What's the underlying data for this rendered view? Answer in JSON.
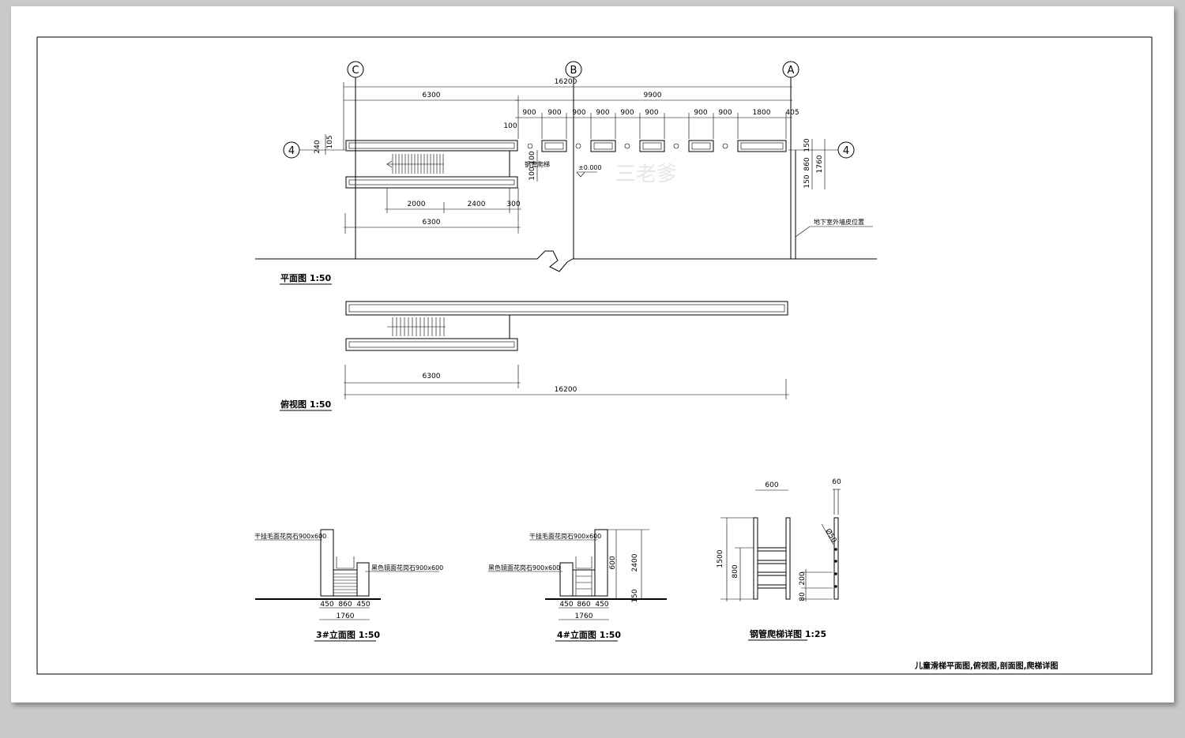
{
  "axes": {
    "c": "C",
    "b": "B",
    "a": "A",
    "four_left": "4",
    "four_right": "4"
  },
  "plan": {
    "dim_total": "16200",
    "dim_left": "6300",
    "dim_right": "9900",
    "dim_900_a": "900",
    "dim_900_b": "900",
    "dim_900_c": "900",
    "dim_900_d": "900",
    "dim_900_e": "900",
    "dim_900_f": "900",
    "dim_900_g": "900",
    "dim_900_h": "900",
    "dim_1800": "1800",
    "dim_405": "405",
    "dim_100_top": "100",
    "dim_240": "240",
    "dim_105": "105",
    "dim_100_a": "100",
    "dim_100_b": "100",
    "dim_150_top": "150",
    "dim_860": "860",
    "dim_1760": "1760",
    "dim_150_bot": "150",
    "dim_2000": "2000",
    "dim_2400": "2400",
    "dim_300": "300",
    "dim_6300_bottom": "6300",
    "ladder_label": "钢管爬梯",
    "level_mark": "±0.000",
    "wall_note": "地下室外墙皮位置",
    "watermark": "三老爹",
    "title": "平面图 1:50"
  },
  "side": {
    "dim_6300": "6300",
    "dim_16200": "16200",
    "title": "俯视图 1:50"
  },
  "elev3": {
    "note_top": "干挂毛面花岗石900x600",
    "note_mid": "黑色镜面花岗石900x600",
    "dim_450_l": "450",
    "dim_860": "860",
    "dim_450_r": "450",
    "dim_1760": "1760",
    "title": "3#立面图 1:50"
  },
  "elev4": {
    "note_top": "干挂毛面花岗石900x600",
    "note_mid": "黑色镜面花岗石900x600",
    "dim_450_l": "450",
    "dim_860": "860",
    "dim_450_r": "450",
    "dim_1760": "1760",
    "dim_600": "600",
    "dim_2400": "2400",
    "dim_150": "150",
    "title": "4#立面图 1:50"
  },
  "ladder": {
    "dim_600": "600",
    "dim_60": "60",
    "dim_1500": "1500",
    "dim_800": "800",
    "dim_200": "200",
    "dim_80": "80",
    "dim_50": "Ø50",
    "title": "钢管爬梯详图 1:25"
  },
  "sheet_title": "儿童滑梯平面图,俯视图,剖面图,爬梯详图"
}
